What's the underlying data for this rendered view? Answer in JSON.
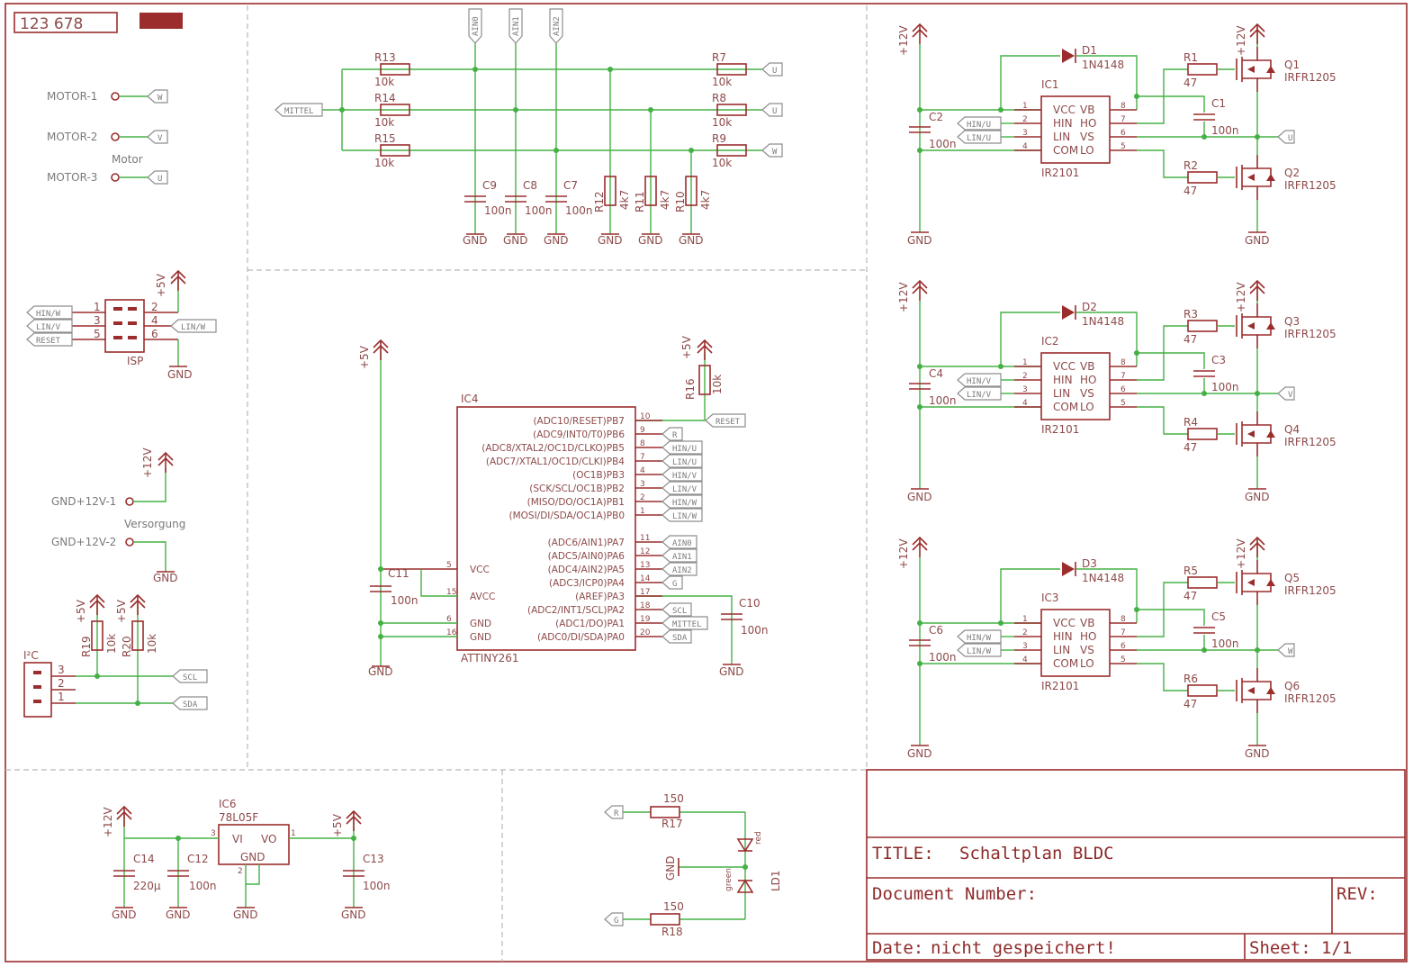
{
  "frame": {
    "corner_text": "123   678"
  },
  "title_block": {
    "title_label": "TITLE:",
    "title_value": "Schaltplan BLDC",
    "doc_label": "Document Number:",
    "rev_label": "REV:",
    "date_label": "Date:",
    "date_value": "nicht gespeichert!",
    "sheet_label": "Sheet:",
    "sheet_value": "1/1"
  },
  "motor": {
    "pins": [
      "MOTOR-1",
      "MOTOR-2",
      "MOTOR-3"
    ],
    "tags": [
      "W",
      "V",
      "U"
    ],
    "label": "Motor"
  },
  "isp": {
    "name": "ISP",
    "pins_left": [
      "1",
      "3",
      "5"
    ],
    "pins_right": [
      "2",
      "4",
      "6"
    ],
    "tags_left": [
      "HIN/W",
      "LIN/V",
      "RESET"
    ],
    "tag_right": "LIN/W",
    "supply": "+5V",
    "gnd": "GND"
  },
  "supply_conn": {
    "pins": [
      "GND+12V-1",
      "GND+12V-2"
    ],
    "label": "Versorgung",
    "supply": "+12V",
    "gnd": "GND"
  },
  "i2c": {
    "name": "I²C",
    "pins": [
      "3",
      "2",
      "1"
    ],
    "tags": [
      "SCL",
      "SDA"
    ],
    "r19": {
      "name": "R19",
      "value": "10k"
    },
    "r20": {
      "name": "R20",
      "value": "10k"
    },
    "supply": "+5V"
  },
  "divider": {
    "mittel": "MITTEL",
    "ain": [
      "AIN0",
      "AIN1",
      "AIN2"
    ],
    "left_res": [
      {
        "name": "R13",
        "value": "10k"
      },
      {
        "name": "R14",
        "value": "10k"
      },
      {
        "name": "R15",
        "value": "10k"
      }
    ],
    "right_res": [
      {
        "name": "R7",
        "value": "10k"
      },
      {
        "name": "R8",
        "value": "10k"
      },
      {
        "name": "R9",
        "value": "10k"
      }
    ],
    "phase_tags": [
      "U",
      "U",
      "W"
    ],
    "caps": [
      {
        "name": "C9",
        "value": "100n"
      },
      {
        "name": "C8",
        "value": "100n"
      },
      {
        "name": "C7",
        "value": "100n"
      }
    ],
    "pulldown": [
      {
        "name": "R12",
        "value": "4k7"
      },
      {
        "name": "R11",
        "value": "4k7"
      },
      {
        "name": "R10",
        "value": "4k7"
      }
    ],
    "gnd": "GND"
  },
  "mcu": {
    "name": "IC4",
    "part": "ATTINY261",
    "supply": "+5V",
    "gnd": "GND",
    "pins": [
      {
        "num": "10",
        "func": "(ADC10/RESET)PB7",
        "tag": "RESET"
      },
      {
        "num": "9",
        "func": "(ADC9/INT0/T0)PB6",
        "tag": "R"
      },
      {
        "num": "8",
        "func": "(ADC8/XTAL2/OC1D/CLKO)PB5",
        "tag": "HIN/U"
      },
      {
        "num": "7",
        "func": "(ADC7/XTAL1/OC1D/CLKI)PB4",
        "tag": "LIN/U"
      },
      {
        "num": "4",
        "func": "(OC1B)PB3",
        "tag": "HIN/V"
      },
      {
        "num": "3",
        "func": "(SCK/SCL/OC1B)PB2",
        "tag": "LIN/V"
      },
      {
        "num": "2",
        "func": "(MISO/DO/OC1A)PB1",
        "tag": "HIN/W"
      },
      {
        "num": "1",
        "func": "(MOSI/DI/SDA/OC1A)PB0",
        "tag": "LIN/W"
      },
      {
        "num": "11",
        "func": "(ADC6/AIN1)PA7",
        "tag": "AIN0"
      },
      {
        "num": "12",
        "func": "(ADC5/AIN0)PA6",
        "tag": "AIN1"
      },
      {
        "num": "13",
        "func": "(ADC4/AIN2)PA5",
        "tag": "AIN2"
      },
      {
        "num": "14",
        "func": "(ADC3/ICP0)PA4",
        "tag": "G"
      },
      {
        "num": "17",
        "func": "(AREF)PA3",
        "tag": ""
      },
      {
        "num": "18",
        "func": "(ADC2/INT1/SCL)PA2",
        "tag": "SCL"
      },
      {
        "num": "19",
        "func": "(ADC1/DO)PA1",
        "tag": "MITTEL"
      },
      {
        "num": "20",
        "func": "(ADC0/DI/SDA)PA0",
        "tag": "SDA"
      }
    ],
    "left_pins": [
      {
        "num": "5",
        "func": "VCC"
      },
      {
        "num": "15",
        "func": "AVCC"
      },
      {
        "num": "6",
        "func": "GND"
      },
      {
        "num": "16",
        "func": "GND"
      }
    ],
    "c11": {
      "name": "C11",
      "value": "100n"
    },
    "c10": {
      "name": "C10",
      "value": "100n"
    },
    "r16": {
      "name": "R16",
      "value": "10k"
    }
  },
  "drivers": [
    {
      "ic": "IC1",
      "part": "IR2101",
      "diode": "D1",
      "dpart": "1N4148",
      "cin": "C2",
      "cboot": "C1",
      "rh": "R1",
      "rl": "R2",
      "qh": "Q1",
      "ql": "Q2",
      "hin": "HIN/U",
      "lin": "LIN/U",
      "vs": "U"
    },
    {
      "ic": "IC2",
      "part": "IR2101",
      "diode": "D2",
      "dpart": "1N4148",
      "cin": "C4",
      "cboot": "C3",
      "rh": "R3",
      "rl": "R4",
      "qh": "Q3",
      "ql": "Q4",
      "hin": "HIN/V",
      "lin": "LIN/V",
      "vs": "V"
    },
    {
      "ic": "IC3",
      "part": "IR2101",
      "diode": "D3",
      "dpart": "1N4148",
      "cin": "C6",
      "cboot": "C5",
      "rh": "R5",
      "rl": "R6",
      "qh": "Q5",
      "ql": "Q6",
      "hin": "HIN/W",
      "lin": "LIN/W",
      "vs": "W"
    }
  ],
  "driver_common": {
    "mosfet": "IRFR1205",
    "res": "47",
    "cap": "100n",
    "supply": "+12V",
    "gnd": "GND",
    "ic_pins_left": [
      {
        "num": "1",
        "func": "VCC"
      },
      {
        "num": "2",
        "func": "HIN"
      },
      {
        "num": "3",
        "func": "LIN"
      },
      {
        "num": "4",
        "func": "COM"
      }
    ],
    "ic_pins_right": [
      {
        "num": "8",
        "func": "VB"
      },
      {
        "num": "7",
        "func": "HO"
      },
      {
        "num": "6",
        "func": "VS"
      },
      {
        "num": "5",
        "func": "LO"
      }
    ]
  },
  "regulator": {
    "name": "IC6",
    "part": "78L05F",
    "vi": "VI",
    "vo": "VO",
    "gnd_pin": "GND",
    "pin_in": "3",
    "pin_out": "1",
    "pin_gnd": "2",
    "c14": {
      "name": "C14",
      "value": "220µ"
    },
    "c12": {
      "name": "C12",
      "value": "100n"
    },
    "c13": {
      "name": "C13",
      "value": "100n"
    },
    "in_supply": "+12V",
    "out_supply": "+5V",
    "gnd": "GND"
  },
  "led": {
    "r17": {
      "name": "R17",
      "value": "150"
    },
    "r18": {
      "name": "R18",
      "value": "150"
    },
    "tags": [
      "R",
      "G"
    ],
    "name": "LD1",
    "red": "red",
    "green": "green",
    "gnd": "GND"
  }
}
